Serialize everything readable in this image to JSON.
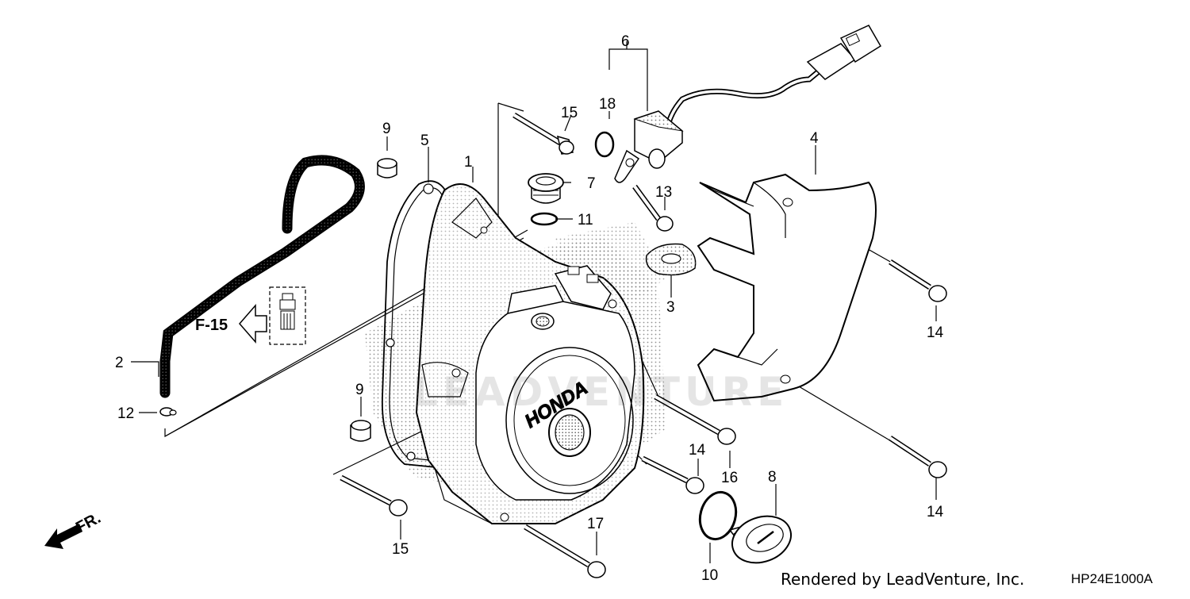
{
  "diagram": {
    "watermark_text": "LEADVENTURE",
    "front_indicator": "FR.",
    "reference_label": "F-15",
    "emblem_text": "HONDA",
    "render_credit": "Rendered by LeadVenture, Inc.",
    "diagram_code": "HP24E1000A",
    "callouts": {
      "c1": "1",
      "c2": "2",
      "c3": "3",
      "c4": "4",
      "c5": "5",
      "c6": "6",
      "c7": "7",
      "c8": "8",
      "c9a": "9",
      "c9b": "9",
      "c10": "10",
      "c11": "11",
      "c12": "12",
      "c13": "13",
      "c14a": "14",
      "c14b": "14",
      "c14c": "14",
      "c15a": "15",
      "c15b": "15",
      "c16": "16",
      "c17": "17",
      "c18": "18"
    }
  }
}
